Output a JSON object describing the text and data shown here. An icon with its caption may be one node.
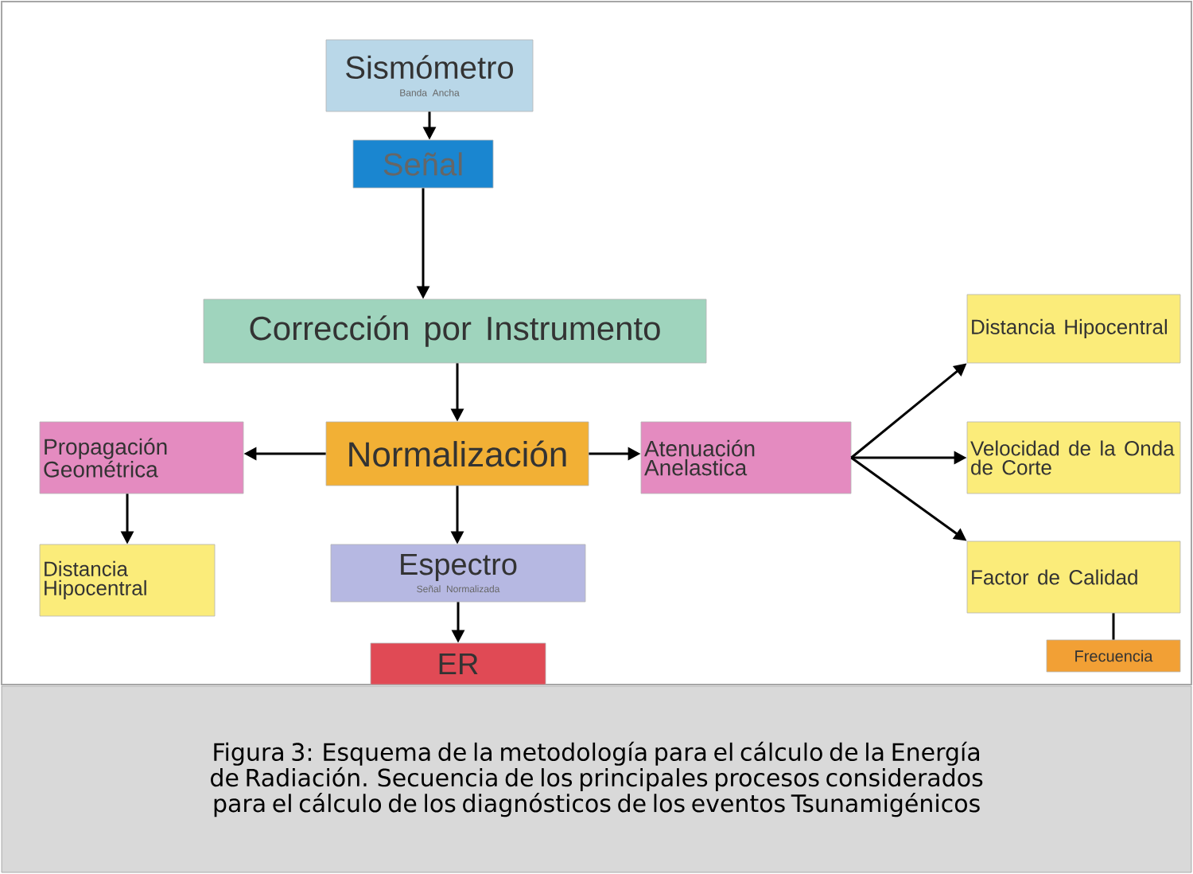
{
  "diagram": {
    "caption": "Figura 3: Esquema de la metodología para el cálculo de la Energía de Radiación. Secuencia de los principales procesos considerados para el cálculo de los diagnósticos de los eventos Tsunamigénicos",
    "nodes": [
      {
        "text": [
          "Sismómetro",
          "Banda Ancha"
        ]
      },
      {
        "text": [
          "Señal"
        ]
      },
      {
        "text": [
          "Corrección por Instrumento"
        ]
      },
      {
        "text": [
          "Propagación Geométrica"
        ]
      },
      {
        "text": [
          "Normalización"
        ]
      },
      {
        "text": [
          "Atenuación Anelastica"
        ]
      },
      {
        "text": [
          "Distancia Hipocentral"
        ]
      },
      {
        "text": [
          "Velocidad de la Onda de Corte"
        ]
      },
      {
        "text": [
          "Factor de Calidad"
        ]
      },
      {
        "text": [
          "Frecuencia"
        ]
      },
      {
        "text": [
          "Distancia Hipocentral"
        ]
      },
      {
        "text": [
          "Espectro",
          "Señal Normalizada"
        ]
      },
      {
        "text": [
          "ER"
        ]
      }
    ],
    "edges": [
      {
        "from": 0,
        "to": 1,
        "arrow": "to"
      },
      {
        "from": 1,
        "to": 2,
        "arrow": "to"
      },
      {
        "from": 2,
        "to": 4,
        "arrow": "to"
      },
      {
        "from": 4,
        "to": 3,
        "arrow": "to"
      },
      {
        "from": 4,
        "to": 5,
        "arrow": "to"
      },
      {
        "from": 3,
        "to": 10,
        "arrow": "to"
      },
      {
        "from": 4,
        "to": 11,
        "arrow": "to"
      },
      {
        "from": 11,
        "to": 12,
        "arrow": "to"
      },
      {
        "from": 5,
        "to": 6,
        "arrow": "to"
      },
      {
        "from": 5,
        "to": 7,
        "arrow": "to"
      },
      {
        "from": 5,
        "to": 8,
        "arrow": "to"
      },
      {
        "from": 8,
        "to": 9,
        "arrow": "none"
      }
    ]
  }
}
